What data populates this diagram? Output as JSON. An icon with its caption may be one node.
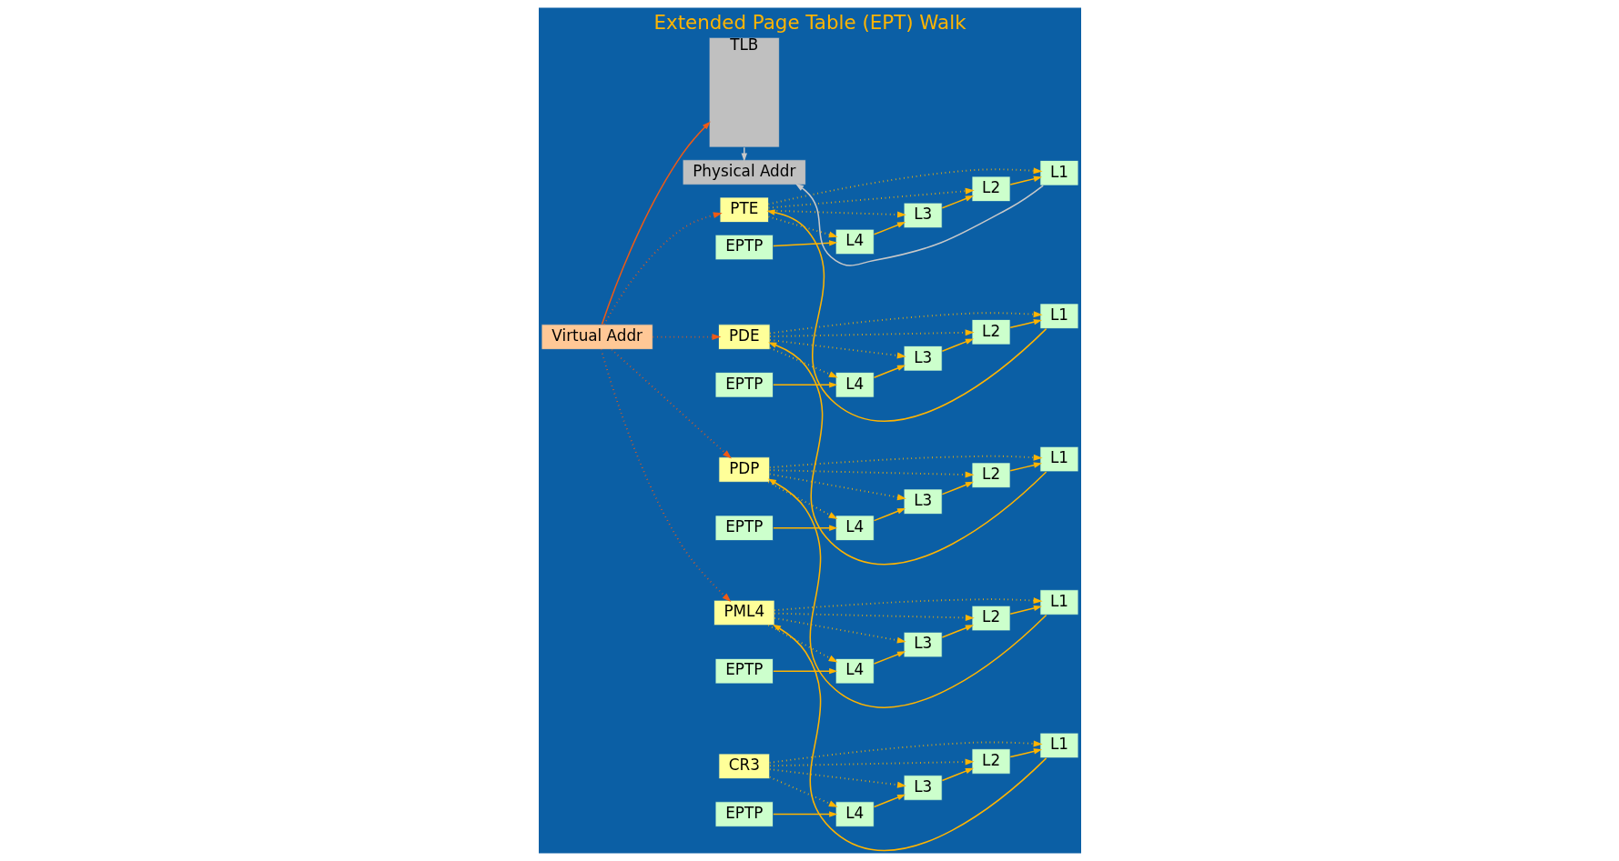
{
  "diagram": {
    "title": "Extended Page Table (EPT) Walk",
    "nodes": [
      {
        "text": [
          "Virtual Addr"
        ]
      },
      {
        "text": [
          "TLB"
        ]
      },
      {
        "text": [
          "Physical Addr"
        ]
      },
      {
        "text": [
          "CR3"
        ]
      },
      {
        "text": [
          "PML4"
        ]
      },
      {
        "text": [
          "PDP"
        ]
      },
      {
        "text": [
          "PDE"
        ]
      },
      {
        "text": [
          "PTE"
        ]
      },
      {
        "text": [
          "EPTP"
        ]
      },
      {
        "text": [
          "L4"
        ]
      },
      {
        "text": [
          "L3"
        ]
      },
      {
        "text": [
          "L2"
        ]
      },
      {
        "text": [
          "L1"
        ]
      },
      {
        "text": [
          "EPTP"
        ]
      },
      {
        "text": [
          "L4"
        ]
      },
      {
        "text": [
          "L3"
        ]
      },
      {
        "text": [
          "L2"
        ]
      },
      {
        "text": [
          "L1"
        ]
      },
      {
        "text": [
          "EPTP"
        ]
      },
      {
        "text": [
          "L4"
        ]
      },
      {
        "text": [
          "L3"
        ]
      },
      {
        "text": [
          "L2"
        ]
      },
      {
        "text": [
          "L1"
        ]
      },
      {
        "text": [
          "EPTP"
        ]
      },
      {
        "text": [
          "L4"
        ]
      },
      {
        "text": [
          "L3"
        ]
      },
      {
        "text": [
          "L2"
        ]
      },
      {
        "text": [
          "L1"
        ]
      },
      {
        "text": [
          "EPTP"
        ]
      },
      {
        "text": [
          "L4"
        ]
      },
      {
        "text": [
          "L3"
        ]
      },
      {
        "text": [
          "L2"
        ]
      },
      {
        "text": [
          "L1"
        ]
      }
    ],
    "edges": [
      {
        "from": 0,
        "to": 1,
        "arrow": "to",
        "color": "#f05a14"
      },
      {
        "from": 1,
        "to": 2,
        "arrow": "to",
        "color": "#c8c8c8"
      },
      {
        "from": 0,
        "to": 4,
        "arrow": "to",
        "style": "dashed",
        "color": "#f05a14"
      },
      {
        "from": 0,
        "to": 5,
        "arrow": "to",
        "style": "dashed",
        "color": "#f05a14"
      },
      {
        "from": 0,
        "to": 6,
        "arrow": "to",
        "style": "dashed",
        "color": "#f05a14"
      },
      {
        "from": 0,
        "to": 7,
        "arrow": "to",
        "style": "dashed",
        "color": "#f05a14"
      },
      {
        "from": 3,
        "to": 9,
        "arrow": "to",
        "style": "dashed"
      },
      {
        "from": 3,
        "to": 10,
        "arrow": "to",
        "style": "dashed"
      },
      {
        "from": 3,
        "to": 11,
        "arrow": "to",
        "style": "dashed"
      },
      {
        "from": 3,
        "to": 12,
        "arrow": "to",
        "style": "dashed"
      },
      {
        "from": 8,
        "to": 9,
        "arrow": "to"
      },
      {
        "from": 9,
        "to": 10,
        "arrow": "to"
      },
      {
        "from": 10,
        "to": 11,
        "arrow": "to"
      },
      {
        "from": 11,
        "to": 12,
        "arrow": "to"
      },
      {
        "from": 12,
        "to": 4,
        "arrow": "to"
      },
      {
        "from": 4,
        "to": 14,
        "arrow": "to",
        "style": "dashed"
      },
      {
        "from": 4,
        "to": 15,
        "arrow": "to",
        "style": "dashed"
      },
      {
        "from": 4,
        "to": 16,
        "arrow": "to",
        "style": "dashed"
      },
      {
        "from": 4,
        "to": 17,
        "arrow": "to",
        "style": "dashed"
      },
      {
        "from": 13,
        "to": 14,
        "arrow": "to"
      },
      {
        "from": 14,
        "to": 15,
        "arrow": "to"
      },
      {
        "from": 15,
        "to": 16,
        "arrow": "to"
      },
      {
        "from": 16,
        "to": 17,
        "arrow": "to"
      },
      {
        "from": 17,
        "to": 5,
        "arrow": "to"
      },
      {
        "from": 5,
        "to": 19,
        "arrow": "to",
        "style": "dashed"
      },
      {
        "from": 5,
        "to": 20,
        "arrow": "to",
        "style": "dashed"
      },
      {
        "from": 5,
        "to": 21,
        "arrow": "to",
        "style": "dashed"
      },
      {
        "from": 5,
        "to": 22,
        "arrow": "to",
        "style": "dashed"
      },
      {
        "from": 18,
        "to": 19,
        "arrow": "to"
      },
      {
        "from": 19,
        "to": 20,
        "arrow": "to"
      },
      {
        "from": 20,
        "to": 21,
        "arrow": "to"
      },
      {
        "from": 21,
        "to": 22,
        "arrow": "to"
      },
      {
        "from": 22,
        "to": 6,
        "arrow": "to"
      },
      {
        "from": 6,
        "to": 24,
        "arrow": "to",
        "style": "dashed"
      },
      {
        "from": 6,
        "to": 25,
        "arrow": "to",
        "style": "dashed"
      },
      {
        "from": 6,
        "to": 26,
        "arrow": "to",
        "style": "dashed"
      },
      {
        "from": 6,
        "to": 27,
        "arrow": "to",
        "style": "dashed"
      },
      {
        "from": 23,
        "to": 24,
        "arrow": "to"
      },
      {
        "from": 24,
        "to": 25,
        "arrow": "to"
      },
      {
        "from": 25,
        "to": 26,
        "arrow": "to"
      },
      {
        "from": 26,
        "to": 27,
        "arrow": "to"
      },
      {
        "from": 27,
        "to": 7,
        "arrow": "to"
      },
      {
        "from": 7,
        "to": 29,
        "arrow": "to",
        "style": "dashed"
      },
      {
        "from": 7,
        "to": 30,
        "arrow": "to",
        "style": "dashed"
      },
      {
        "from": 7,
        "to": 31,
        "arrow": "to",
        "style": "dashed"
      },
      {
        "from": 7,
        "to": 32,
        "arrow": "to",
        "style": "dashed"
      },
      {
        "from": 28,
        "to": 29,
        "arrow": "to"
      },
      {
        "from": 29,
        "to": 30,
        "arrow": "to"
      },
      {
        "from": 30,
        "to": 31,
        "arrow": "to"
      },
      {
        "from": 31,
        "to": 32,
        "arrow": "to"
      },
      {
        "from": 32,
        "to": 2,
        "arrow": "to",
        "color": "#c8c8c8"
      }
    ]
  }
}
